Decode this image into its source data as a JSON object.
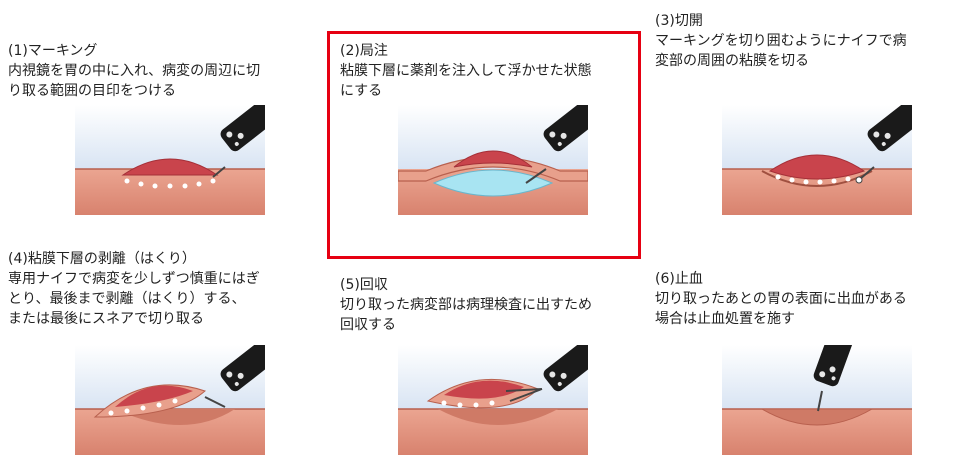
{
  "steps": [
    {
      "title": "(1)マーキング",
      "lines": [
        "内視鏡を胃の中に入れ、病変の周辺に切",
        "り取る範囲の目印をつける"
      ]
    },
    {
      "title": "(2)局注",
      "lines": [
        "粘膜下層に薬剤を注入して浮かせた状態",
        "にする"
      ]
    },
    {
      "title": "(3)切開",
      "lines": [
        "マーキングを切り囲むようにナイフで病",
        "変部の周囲の粘膜を切る"
      ]
    },
    {
      "title": "(4)粘膜下層の剥離（はくり）",
      "lines": [
        "専用ナイフで病変を少しずつ慎重にはぎ",
        "とり、最後まで剥離（はくり）する、",
        "または最後にスネアで切り取る"
      ]
    },
    {
      "title": "(5)回収",
      "lines": [
        "切り取った病変部は病理検査に出すため",
        "回収する"
      ]
    },
    {
      "title": "(6)止血",
      "lines": [
        "切り取ったあとの胃の表面に出血がある",
        "場合は止血処置を施す"
      ]
    }
  ],
  "highlighted_step": "(2)局注",
  "colors": {
    "highlight_border": "#e60012",
    "mucosa": "#e8a08c",
    "mucosa_dark": "#cf7a66",
    "lesion": "#c9444c",
    "injection": "#a8e4f2",
    "background_fade": "#d8e4f3",
    "scope": "#1a1a1a"
  }
}
